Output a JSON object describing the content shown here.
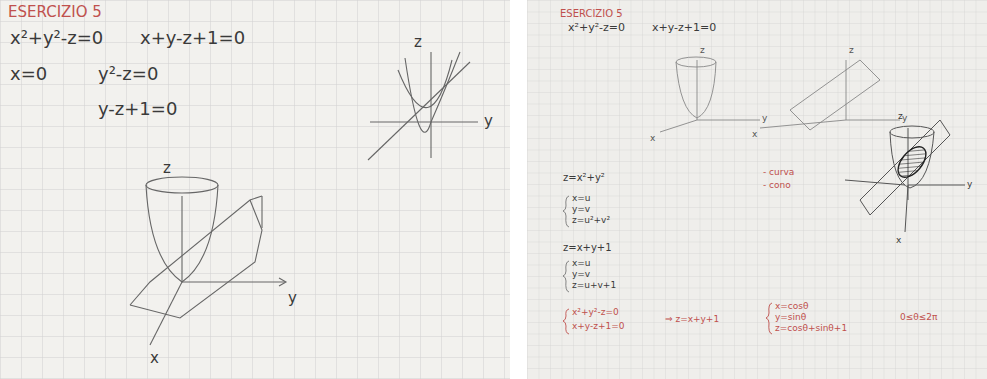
{
  "diagram": {
    "labels": [
      "ESERCIZIO 5",
      "x²+y²-z=0",
      "x+y-z+1=0",
      "x=0",
      "y²-z=0",
      "y-z+1=0",
      "z",
      "y",
      "z",
      "y",
      "x",
      "ESERCIZIO 5",
      "x²+y²-z=0",
      "x+y-z+1=0",
      "z",
      "y",
      "x",
      "z",
      "y",
      "x",
      "z=x²+y²",
      "- curva",
      "- cono",
      "x=u",
      "y=v",
      "z=u²+v²",
      "z=x+y+1",
      "x=u",
      "y=v",
      "z=u+v+1",
      "x²+y²-z=0",
      "x+y-z+1=0",
      "⇒ z=x+y+1",
      "x=cosθ",
      "y=sinθ",
      "z=cosθ+sinθ+1",
      "0≤θ≤2π",
      "z",
      "y",
      "x"
    ]
  }
}
